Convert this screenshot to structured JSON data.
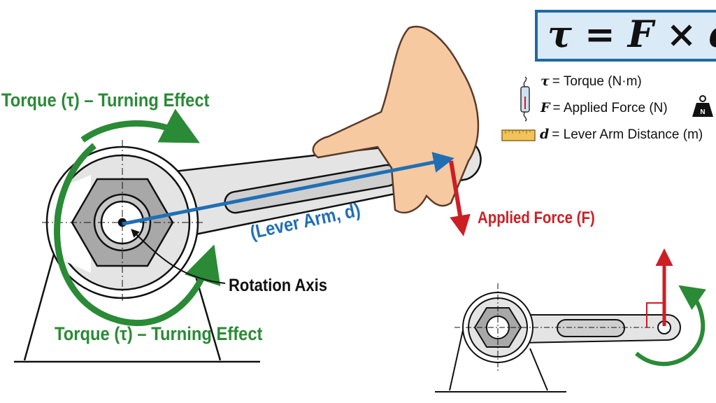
{
  "formula": "τ = F × d",
  "legend": [
    {
      "symbol": "τ",
      "text": " = Torque (N·m)",
      "icon": "spring-scale-icon"
    },
    {
      "symbol": "F",
      "text": " = Applied Force (N)",
      "icon": "weight-icon",
      "icon_label": "N"
    },
    {
      "symbol": "d",
      "text": " = Lever Arm Distance (m)",
      "icon": "ruler-icon"
    }
  ],
  "labels": {
    "torque_top": "Torque (τ) – Turning Effect",
    "torque_bottom": "Torque (τ) – Turning Effect",
    "lever_arm": "(Lever Arm, d)",
    "rotation_axis": "Rotation Axis",
    "applied_force": "Applied Force (F)"
  },
  "colors": {
    "torque": "#2a8a36",
    "lever": "#1f6fb5",
    "force": "#cc1f25",
    "box": "#dbeaf7"
  }
}
